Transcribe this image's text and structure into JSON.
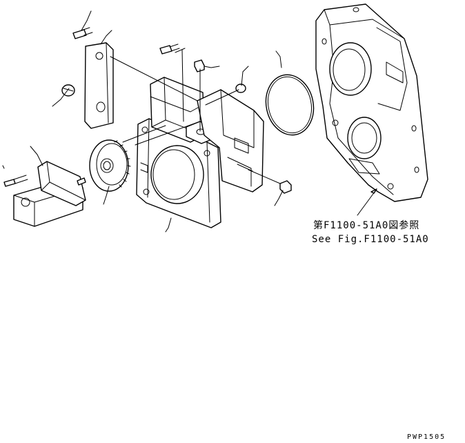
{
  "reference": {
    "japanese": "第F1100-51A0図参照",
    "english": "See Fig.F1100-51A0"
  },
  "drawing_code": "PWP1505"
}
